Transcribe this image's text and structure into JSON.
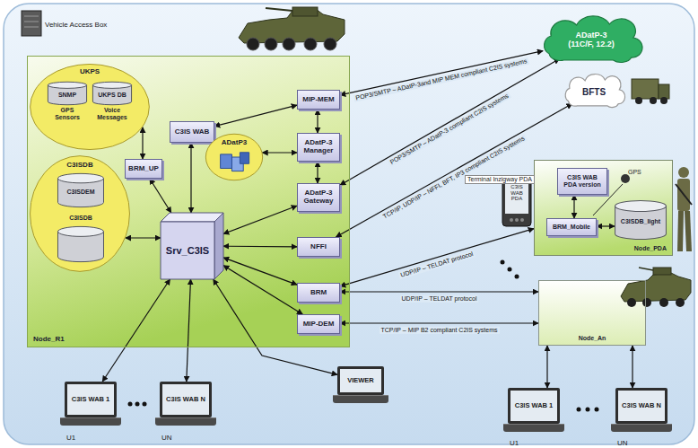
{
  "diagram": {
    "nodes": [
      {
        "text": [
          "Node_R1"
        ]
      },
      {
        "text": [
          "UKPS"
        ],
        "in": 0
      },
      {
        "text": [
          "SNMP",
          "GPS Sensors"
        ],
        "in": 1
      },
      {
        "text": [
          "UKPS DB",
          "Voice Messages"
        ],
        "in": 1
      },
      {
        "text": [
          "C3IS WAB"
        ],
        "in": 0
      },
      {
        "text": [
          "BRM_UP"
        ],
        "in": 0
      },
      {
        "text": [
          "C3ISDB"
        ],
        "in": 0
      },
      {
        "text": [
          "C3ISDEM"
        ],
        "in": 6
      },
      {
        "text": [
          "C3ISDB"
        ],
        "in": 6
      },
      {
        "text": [
          "ADatP3"
        ],
        "in": 0
      },
      {
        "text": [
          "Srv_C3IS"
        ],
        "in": 0
      },
      {
        "text": [
          "MIP-MEM"
        ],
        "in": 0
      },
      {
        "text": [
          "ADatP-3 Manager"
        ],
        "in": 0
      },
      {
        "text": [
          "ADatP-3 Gateway"
        ],
        "in": 0
      },
      {
        "text": [
          "NFFI"
        ],
        "in": 0
      },
      {
        "text": [
          "BRM"
        ],
        "in": 0
      },
      {
        "text": [
          "MIP-DEM"
        ],
        "in": 0
      },
      {
        "text": [
          "ADatP-3 (11C/F, 12.2)"
        ]
      },
      {
        "text": [
          "BFTS"
        ]
      },
      {
        "text": [
          "Node_PDA"
        ]
      },
      {
        "text": [
          "C3IS WAB PDA version"
        ],
        "in": 19
      },
      {
        "text": [
          "BRM_Mobile"
        ],
        "in": 19
      },
      {
        "text": [
          "C3ISDB_light"
        ],
        "in": 19
      },
      {
        "text": [
          "Node_An"
        ]
      },
      {
        "text": [
          "C3IS WAB 1"
        ]
      },
      {
        "text": [
          "C3IS WAB N"
        ]
      },
      {
        "text": [
          "VIEWER"
        ]
      },
      {
        "text": [
          "C3IS WAB 1"
        ]
      },
      {
        "text": [
          "C3IS WAB N"
        ]
      }
    ],
    "edges": [
      {
        "from": 4,
        "to": 11,
        "arrow": "both"
      },
      {
        "from": 4,
        "to": 10,
        "arrow": "both"
      },
      {
        "from": 11,
        "to": 12,
        "arrow": "both"
      },
      {
        "from": 12,
        "to": 9,
        "arrow": "both"
      },
      {
        "from": 12,
        "to": 13,
        "arrow": "both"
      },
      {
        "from": 5,
        "to": 1,
        "arrow": "both"
      },
      {
        "from": 5,
        "to": 10,
        "arrow": "both"
      },
      {
        "from": 6,
        "to": 10,
        "arrow": "both"
      },
      {
        "from": 10,
        "to": 13,
        "arrow": "both"
      },
      {
        "from": 10,
        "to": 14,
        "arrow": "both"
      },
      {
        "from": 10,
        "to": 15,
        "arrow": "both"
      },
      {
        "from": 10,
        "to": 16,
        "arrow": "both"
      },
      {
        "from": 11,
        "to": 17,
        "label": "POP3/SMTP – ADatP-3and MIP MEM compliant C2IS systems",
        "arrow": "both"
      },
      {
        "from": 13,
        "to": 17,
        "label": "POP3/SMTP – ADatP-3 compliant C2IS systems",
        "arrow": "both"
      },
      {
        "from": 14,
        "to": 18,
        "label": "TCP/IP, UDP/IP – NFFI, BFT, IP3 compliant C2IS systems",
        "arrow": "both"
      },
      {
        "from": 15,
        "to": 19,
        "label": "UDP/IP – TELDAT protocol",
        "arrow": "both"
      },
      {
        "from": 15,
        "to": 23,
        "label": "UDP/IP – TELDAT protocol",
        "arrow": "both"
      },
      {
        "from": 16,
        "to": 23,
        "label": "TCP/IP – MIP B2 compliant C2IS systems",
        "arrow": "both"
      },
      {
        "from": 10,
        "to": 24,
        "arrow": "both"
      },
      {
        "from": 10,
        "to": 25,
        "arrow": "both"
      },
      {
        "from": 10,
        "to": 26,
        "arrow": "both"
      },
      {
        "from": 23,
        "to": 27,
        "arrow": "both"
      },
      {
        "from": 23,
        "to": 28,
        "arrow": "both"
      },
      {
        "from": 20,
        "to": 21,
        "arrow": "both"
      },
      {
        "from": 21,
        "to": 22,
        "arrow": "both"
      }
    ],
    "labels": [
      "Vehicle Access Box",
      "Terminal Inzigway PDA",
      "C3IS WAB PDA",
      "GPS",
      "U1",
      "UN",
      "U1",
      "UN"
    ]
  }
}
